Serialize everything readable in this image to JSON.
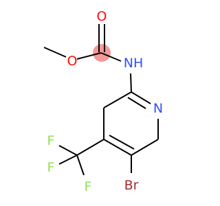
{
  "molecule": {
    "atoms": {
      "carbonyl_oxygen": {
        "label": "O",
        "color": "#ff0d0d"
      },
      "ester_oxygen": {
        "label": "O",
        "color": "#ff0d0d"
      },
      "amide_nitrogen": {
        "label": "NH",
        "color": "#3050f8"
      },
      "ring_nitrogen": {
        "label": "N",
        "color": "#3050f8"
      },
      "fluorine_1": {
        "label": "F",
        "color": "#90e050"
      },
      "fluorine_2": {
        "label": "F",
        "color": "#90e050"
      },
      "fluorine_3": {
        "label": "F",
        "color": "#90e050"
      },
      "bromine": {
        "label": "Br",
        "color": "#a62929"
      }
    },
    "highlight_color": "#f08080",
    "bond_color": "#000000"
  }
}
